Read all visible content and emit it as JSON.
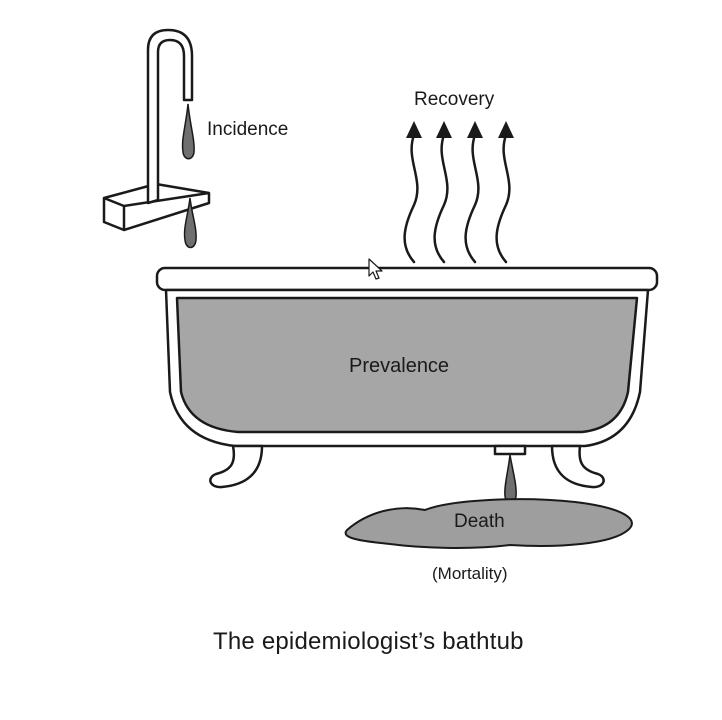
{
  "labels": {
    "incidence": "Incidence",
    "recovery": "Recovery",
    "prevalence": "Prevalence",
    "death": "Death",
    "mortality": "(Mortality)"
  },
  "caption": "The epidemiologist’s bathtub",
  "icons": {
    "faucet": "faucet-icon",
    "drops": "water-drop-icon",
    "recovery_arrows": "wavy-arrow-icon",
    "cursor": "mouse-cursor-icon"
  },
  "colors": {
    "line": "#1a1a1a",
    "water": "#a6a6a6",
    "puddle": "#9e9e9e",
    "background": "#ffffff"
  }
}
